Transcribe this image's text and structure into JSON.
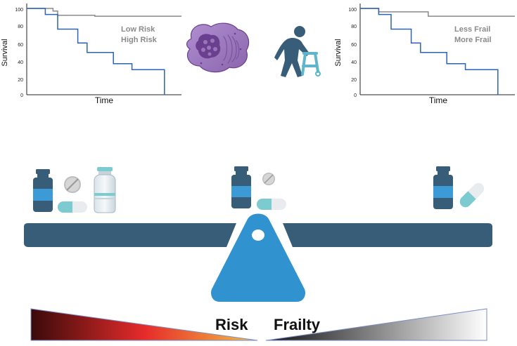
{
  "colors": {
    "beam": "#385d78",
    "fulcrum": "#3092cf",
    "low_line": "#8a8a8a",
    "high_line": "#2d63b6",
    "bottle": "#385d78",
    "bottle_label": "#3c9ad6",
    "capsule": "#7ccbd0",
    "cell": "#9a76b8",
    "nucleus": "#6b3f8f",
    "person": "#385d78",
    "walker": "#5fb6cc"
  },
  "icons": {
    "cell": "tumor-cell-icon",
    "person": "elderly-walker-icon",
    "pills": "pill-icon",
    "bottle": "medicine-bottle-icon",
    "vial": "vial-icon",
    "capsule": "capsule-icon"
  },
  "charts": [
    {
      "ylabel": "Survival",
      "xlabel": "Time",
      "ticks": [
        "100",
        "80",
        "60",
        "40",
        "20",
        "0"
      ],
      "legend": [
        "Low Risk",
        "High Risk"
      ]
    },
    {
      "ylabel": "Survival",
      "xlabel": "Time",
      "ticks": [
        "100",
        "80",
        "60",
        "40",
        "20",
        "0"
      ],
      "legend": [
        "Less Frail",
        "More Frail"
      ]
    }
  ],
  "chart_data": [
    {
      "type": "line",
      "ylim": [
        0,
        100
      ],
      "ylabel": "Survival",
      "xlabel": "Time",
      "series": [
        {
          "name": "Low Risk",
          "x": [
            0,
            0.17,
            0.17,
            0.2,
            0.2,
            0.44,
            0.44,
            1.0
          ],
          "y": [
            100,
            100,
            97,
            97,
            92,
            92,
            91,
            91
          ]
        },
        {
          "name": "High Risk",
          "x": [
            0,
            0.12,
            0.12,
            0.2,
            0.2,
            0.33,
            0.33,
            0.39,
            0.39,
            0.56,
            0.56,
            0.68,
            0.68,
            0.89,
            0.89
          ],
          "y": [
            100,
            100,
            93,
            93,
            76,
            76,
            60,
            60,
            49,
            49,
            36,
            36,
            29,
            29,
            0
          ]
        }
      ]
    },
    {
      "type": "line",
      "ylim": [
        0,
        100
      ],
      "ylabel": "Survival",
      "xlabel": "Time",
      "series": [
        {
          "name": "Less Frail",
          "x": [
            0,
            0.12,
            0.12,
            0.44,
            0.44,
            1.0
          ],
          "y": [
            100,
            100,
            96,
            96,
            91,
            91
          ]
        },
        {
          "name": "More Frail",
          "x": [
            0,
            0.12,
            0.12,
            0.2,
            0.2,
            0.33,
            0.33,
            0.39,
            0.39,
            0.56,
            0.56,
            0.68,
            0.68,
            0.89,
            0.89
          ],
          "y": [
            100,
            100,
            93,
            93,
            76,
            76,
            60,
            60,
            49,
            49,
            36,
            36,
            29,
            29,
            0
          ]
        }
      ]
    }
  ],
  "labels": {
    "risk": "Risk",
    "frailty": "Frailty"
  }
}
